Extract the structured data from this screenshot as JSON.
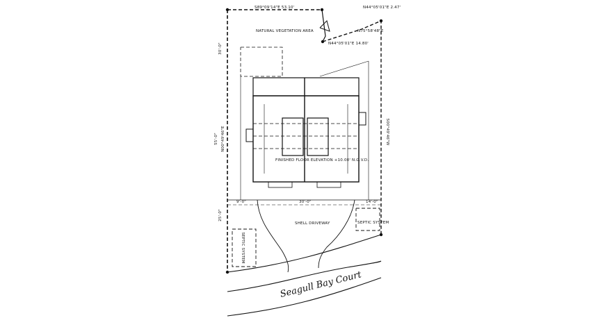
{
  "plan": {
    "bearings": {
      "north": "S89°09'14\"E 53.10'",
      "ne_upper": "N44°05'01\"E 2.47'",
      "ne_mid": "N75°58'48\"E",
      "ne_lower": "N44°05'01\"E 14.80'",
      "west": "N00°49'46\"E",
      "east": "S00°49'46\"W"
    },
    "dimensions": {
      "west_top": "30'-0\"",
      "west_mid": "55'-0\"",
      "west_bottom": "25'-0\"",
      "front_left": "9'-0\"",
      "front_mid": "30'-0\"",
      "front_right": "14'-0\""
    },
    "labels": {
      "vegetation": "NATURAL VEGETATION AREA",
      "floor": "FINISHED FLOOR ELEVATION +10.00' N.G.V.D.",
      "driveway": "SHELL DRIVEWAY",
      "septic_left": "SEPTIC SYSTEM",
      "septic_right": "SEPTIC SYSTEM",
      "street": "Seagull Bay Court"
    }
  },
  "colors": {
    "ink": "#111111",
    "paper": "#ffffff"
  }
}
